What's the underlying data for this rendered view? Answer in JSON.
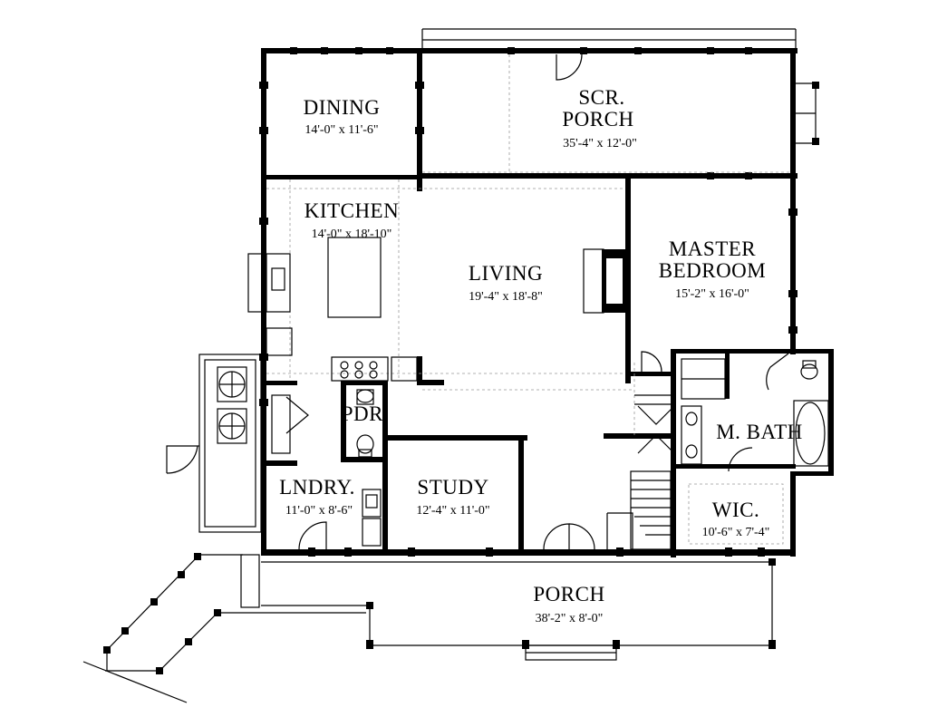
{
  "rooms": {
    "dining": {
      "name": "DINING",
      "dims": "14'-0\" x 11'-6\""
    },
    "scr_porch": {
      "name_line1": "SCR.",
      "name_line2": "PORCH",
      "dims": "35'-4\" x 12'-0\""
    },
    "kitchen": {
      "name": "KITCHEN",
      "dims": "14'-0\" x 18'-10\""
    },
    "living": {
      "name": "LIVING",
      "dims": "19'-4\" x 18'-8\""
    },
    "master": {
      "name_line1": "MASTER",
      "name_line2": "BEDROOM",
      "dims": "15'-2\" x 16'-0\""
    },
    "pdr": {
      "name": "PDR."
    },
    "m_bath": {
      "name": "M. BATH"
    },
    "lndry": {
      "name": "LNDRY.",
      "dims": "11'-0\" x 8'-6\""
    },
    "study": {
      "name": "STUDY",
      "dims": "12'-4\" x 11'-0\""
    },
    "wic": {
      "name": "WIC.",
      "dims": "10'-6\" x 7'-4\""
    },
    "porch": {
      "name": "PORCH",
      "dims": "38'-2\" x 8'-0\""
    }
  }
}
